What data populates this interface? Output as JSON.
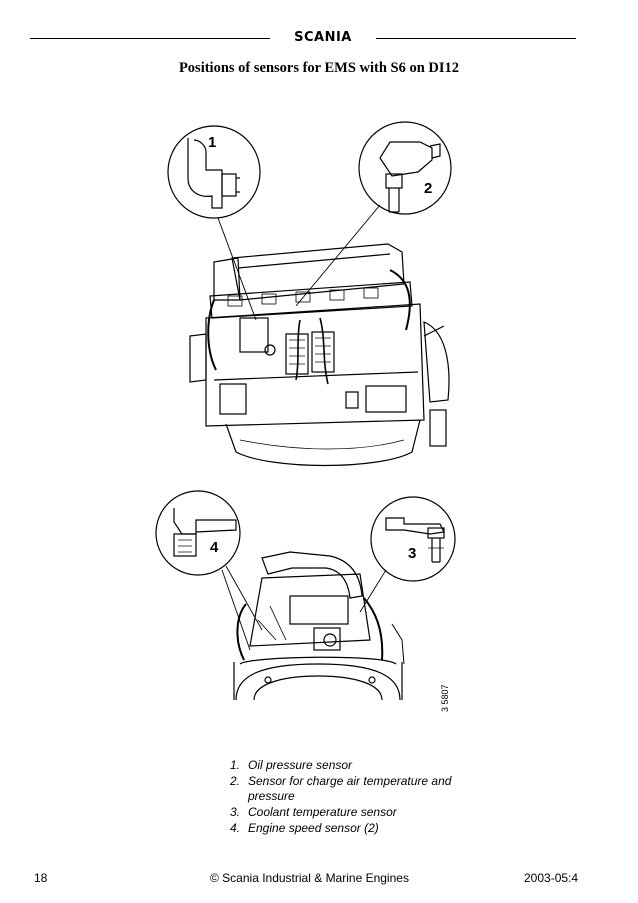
{
  "header": {
    "brand": "SCANIA"
  },
  "title": "Positions of sensors for EMS with S6 on DI12",
  "callouts": {
    "c1": "1",
    "c2": "2",
    "c3": "3",
    "c4": "4"
  },
  "figure_ref": "3 5807",
  "legend": [
    {
      "num": "1.",
      "text": "Oil pressure sensor"
    },
    {
      "num": "2.",
      "text": "Sensor for charge air temperature and pressure"
    },
    {
      "num": "3.",
      "text": "Coolant temperature sensor"
    },
    {
      "num": "4.",
      "text": "Engine speed sensor (2)"
    }
  ],
  "footer": {
    "page_number": "18",
    "copyright": "© Scania Industrial & Marine Engines",
    "date": "2003-05:4"
  }
}
